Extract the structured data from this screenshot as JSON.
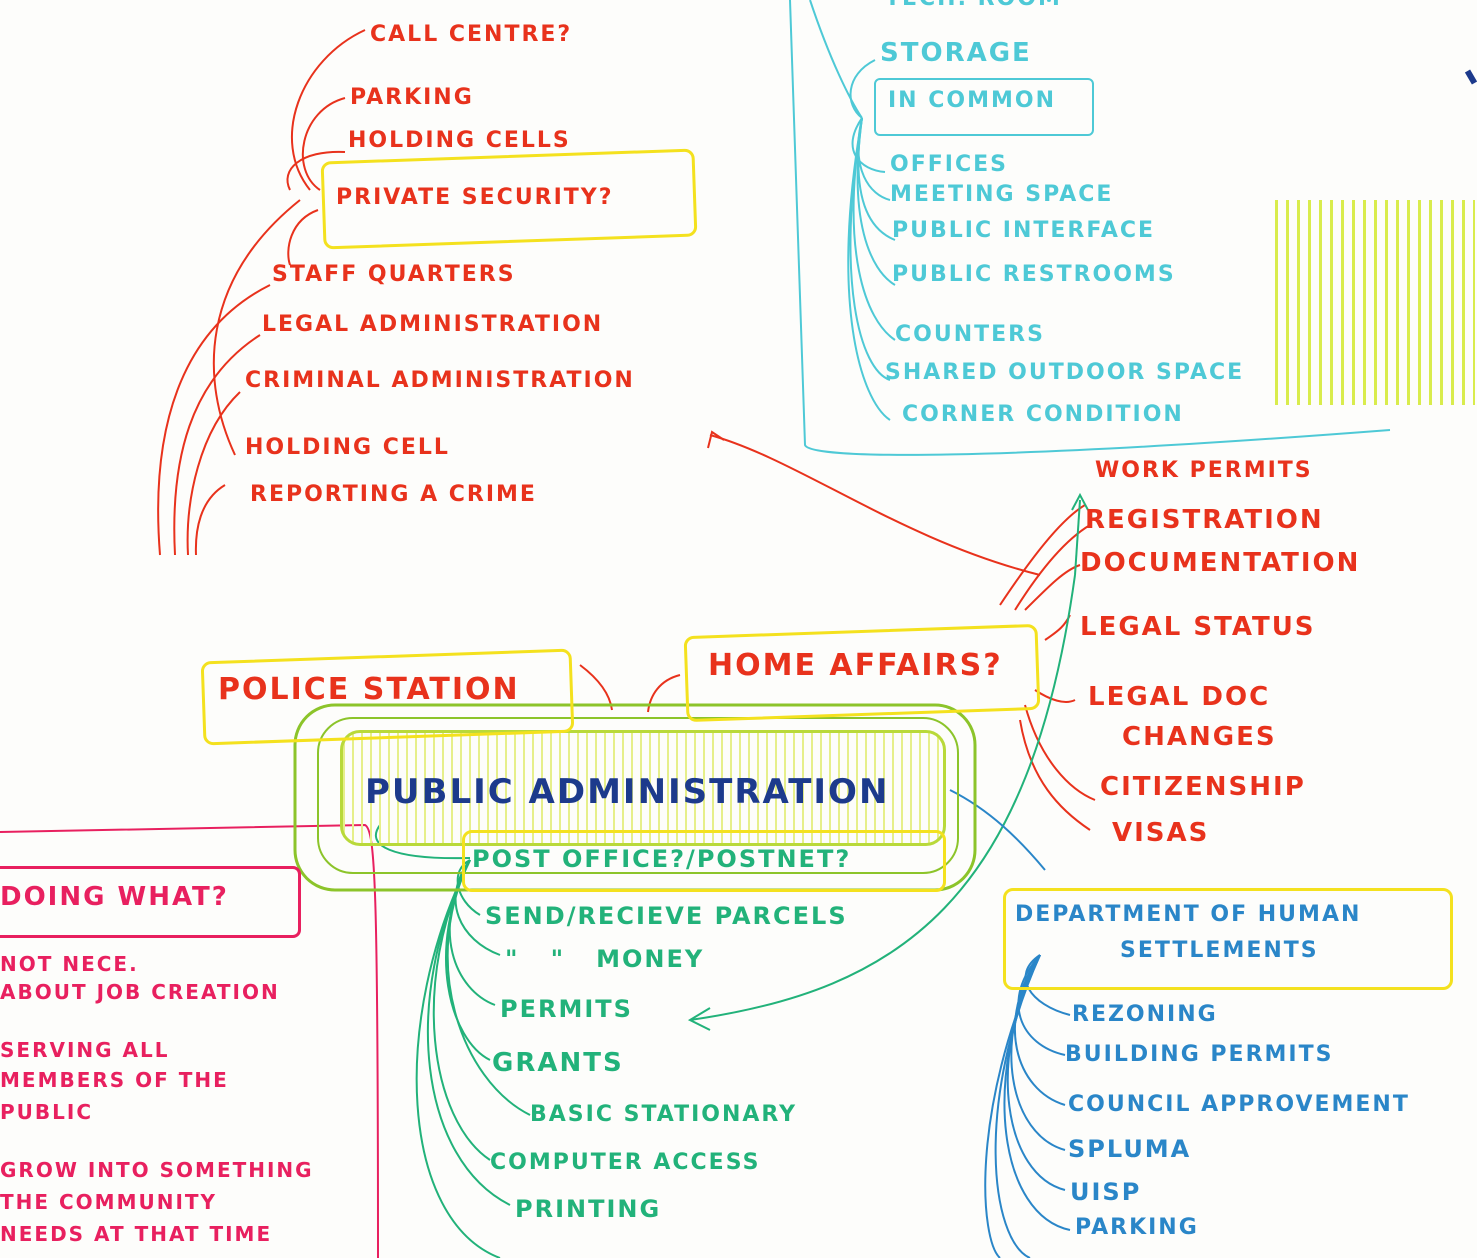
{
  "colors": {
    "red": "#e8321c",
    "green": "#22b27a",
    "cyan": "#4ec9d6",
    "blue": "#2a86c8",
    "pink": "#e8205f",
    "navy": "#1c3a8c",
    "yellow": "#f4e11e"
  },
  "center": {
    "label": "PUBLIC ADMINISTRATION"
  },
  "police_station": {
    "label": "POLICE STATION",
    "items": [
      "CALL CENTRE?",
      "PARKING",
      "HOLDING CELLS",
      "PRIVATE SECURITY?",
      "STAFF QUARTERS",
      "LEGAL ADMINISTRATION",
      "CRIMINAL ADMINISTRATION",
      "HOLDING CELL",
      "REPORTING A CRIME"
    ]
  },
  "in_common": {
    "items_top": [
      "TECH. ROOM",
      "STORAGE"
    ],
    "label": "IN COMMON",
    "items": [
      "OFFICES",
      "MEETING SPACE",
      "PUBLIC INTERFACE",
      "PUBLIC RESTROOMS",
      "COUNTERS",
      "SHARED OUTDOOR SPACE",
      "CORNER CONDITION"
    ]
  },
  "home_affairs": {
    "label": "HOME AFFAIRS?",
    "items": [
      "WORK PERMITS",
      "REGISTRATION",
      "DOCUMENTATION",
      "LEGAL STATUS",
      "LEGAL DOC",
      "CHANGES",
      "CITIZENSHIP",
      "VISAS"
    ]
  },
  "post_office": {
    "label": "POST OFFICE?/POSTNET?",
    "items": [
      "SEND/RECIEVE PARCELS",
      "\"   \"   MONEY",
      "PERMITS",
      "GRANTS",
      "BASIC STATIONARY",
      "COMPUTER ACCESS",
      "PRINTING"
    ]
  },
  "human_settlements": {
    "label_line1": "DEPARTMENT OF HUMAN",
    "label_line2": "SETTLEMENTS",
    "items": [
      "REZONING",
      "BUILDING PERMITS",
      "COUNCIL APPROVEMENT",
      "SPLUMA",
      "UISP",
      "PARKING"
    ]
  },
  "doing_what": {
    "label": "DOING WHAT?",
    "items": [
      "NOT NECE.",
      "ABOUT JOB CREATION",
      "SERVING ALL",
      "MEMBERS OF THE",
      "PUBLIC",
      "GROW INTO SOMETHING",
      "THE COMMUNITY",
      "NEEDS AT THAT TIME"
    ]
  }
}
